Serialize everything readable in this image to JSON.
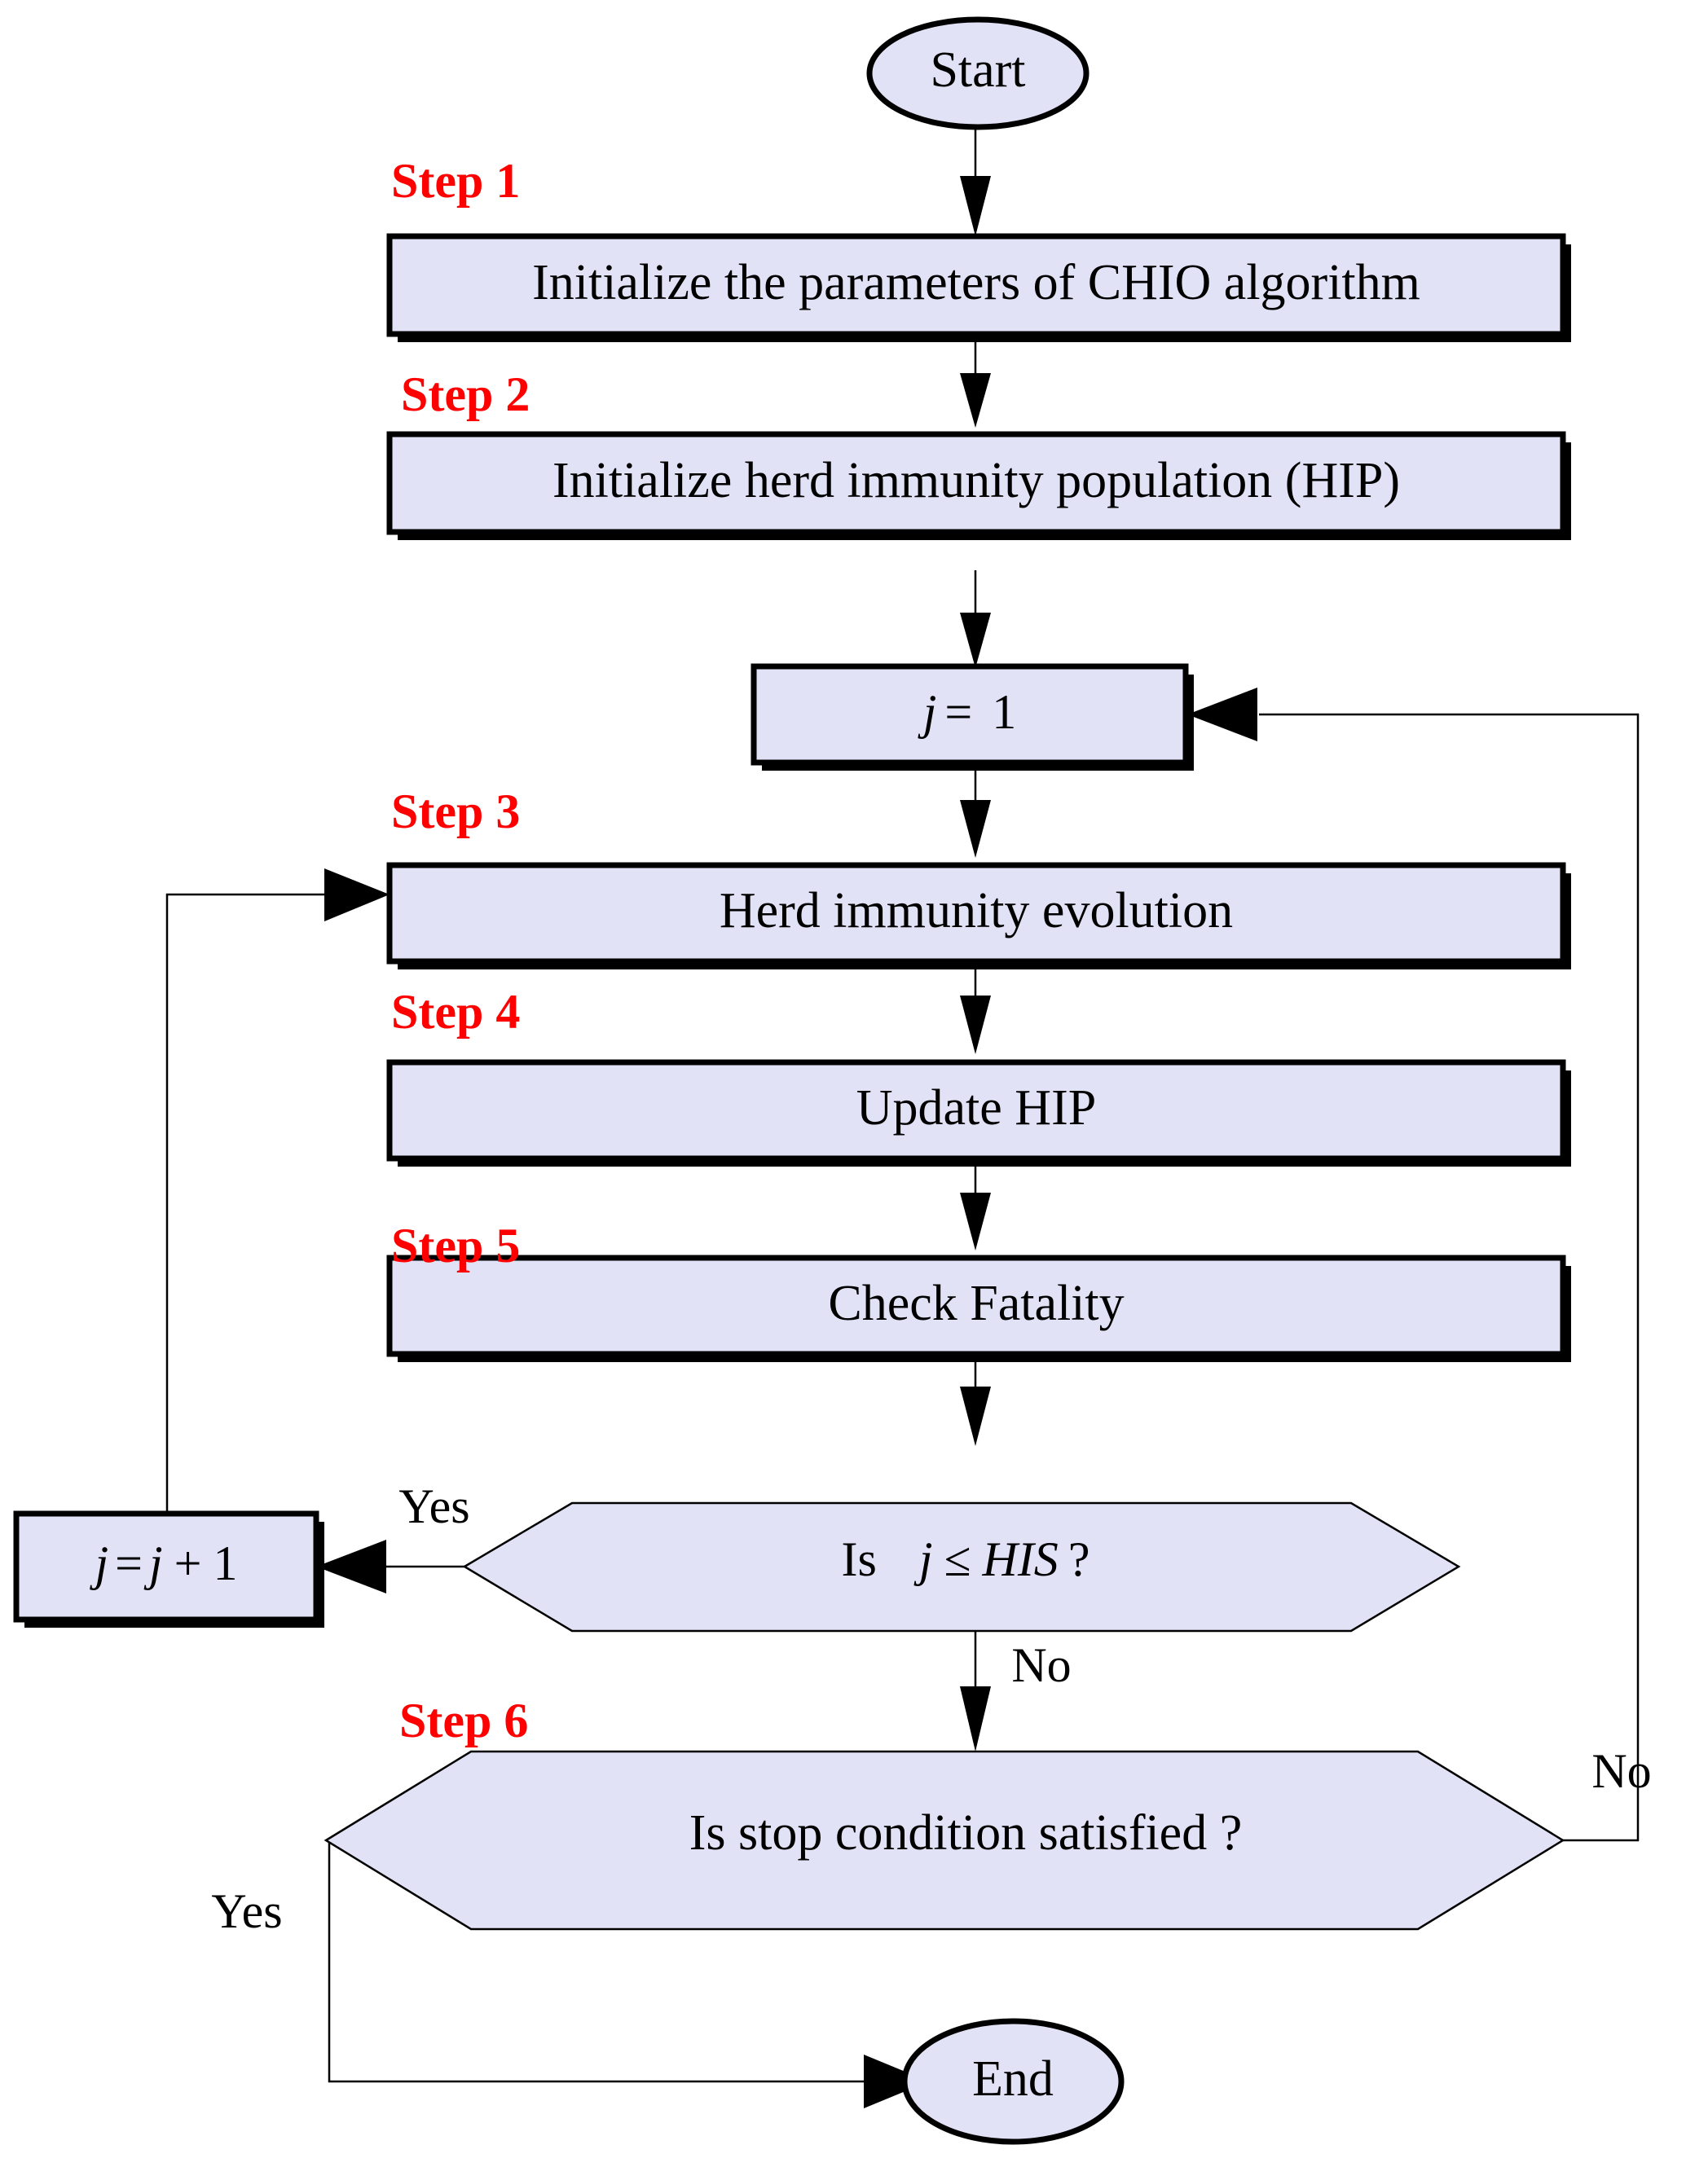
{
  "diagram": {
    "title": "CHIO algorithm flowchart",
    "colors": {
      "shape_fill": "#e2e2f7",
      "shape_border": "#000000",
      "step_label": "#ff0000",
      "background": "#ffffff",
      "text": "#000000"
    }
  },
  "nodes": {
    "start": {
      "label": "Start",
      "shape": "ellipse"
    },
    "step1_box": {
      "label": "Initialize the parameters of CHIO algorithm",
      "shape": "rect"
    },
    "step2_box": {
      "label": "Initialize herd immunity population (HIP)",
      "shape": "rect"
    },
    "init_j_box": {
      "label_var": "j",
      "label_op": "=",
      "label_val": "1",
      "shape": "rect"
    },
    "step3_box": {
      "label": "Herd immunity evolution",
      "shape": "rect"
    },
    "step4_box": {
      "label": "Update HIP",
      "shape": "rect"
    },
    "step5_box": {
      "label": "Check Fatality",
      "shape": "rect"
    },
    "increment_box": {
      "label_a": "j",
      "label_eq": "=",
      "label_b": "j",
      "label_plus": "+",
      "label_one": "1",
      "shape": "rect"
    },
    "decision_his": {
      "label_is": "Is",
      "label_var": "j",
      "label_rel": "≤",
      "label_his": "HIS",
      "label_q": "?",
      "shape": "hexagon"
    },
    "decision_stop": {
      "label": "Is stop condition satisfied ?",
      "shape": "hexagon"
    },
    "end": {
      "label": "End",
      "shape": "ellipse"
    }
  },
  "step_labels": [
    {
      "id": "step-1",
      "text": "Step 1"
    },
    {
      "id": "step-2",
      "text": "Step 2"
    },
    {
      "id": "step-3",
      "text": "Step 3"
    },
    {
      "id": "step-4",
      "text": "Step 4"
    },
    {
      "id": "step-5",
      "text": "Step 5"
    },
    {
      "id": "step-6",
      "text": "Step 6"
    }
  ],
  "edge_labels": {
    "his_yes": "Yes",
    "his_no": "No",
    "stop_no": "No",
    "stop_yes": "Yes"
  }
}
